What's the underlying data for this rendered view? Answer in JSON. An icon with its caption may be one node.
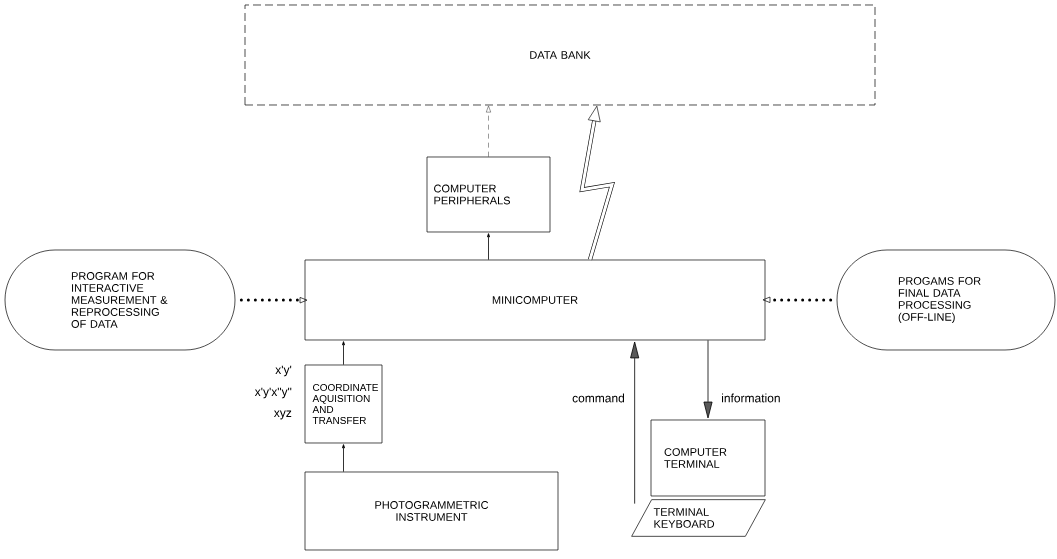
{
  "diagram": {
    "nodes": [
      {
        "text": [
          "DATA BANK"
        ]
      },
      {
        "text": [
          "COMPUTER PERIPHERALS"
        ]
      },
      {
        "text": [
          "PROGRAM FOR INTERACTIVE MEASUREMENT & REPROCESSING OF DATA"
        ]
      },
      {
        "text": [
          "MINICOMPUTER"
        ]
      },
      {
        "text": [
          "PROGAMS FOR FINAL DATA PROCESSING (OFF-LINE)"
        ]
      },
      {
        "text": [
          "COORDINATE AQUISITION AND TRANSFER"
        ],
        "beside": [
          "x'y'",
          "x'y'x\"y\"",
          "xyz"
        ]
      },
      {
        "text": [
          "COMPUTER TERMINAL"
        ]
      },
      {
        "text": [
          "TERMINAL KEYBOARD"
        ]
      },
      {
        "text": [
          "PHOTOGRAMMETRIC INSTRUMENT"
        ]
      }
    ],
    "edges": [
      {
        "from": 1,
        "to": 0,
        "arrow": "to",
        "style": "dashed"
      },
      {
        "from": 3,
        "to": 1,
        "arrow": "to"
      },
      {
        "from": 3,
        "to": 0,
        "arrow": "to",
        "style": "thick"
      },
      {
        "from": 2,
        "to": 3,
        "arrow": "to",
        "style": "dashed"
      },
      {
        "from": 4,
        "to": 3,
        "arrow": "to",
        "style": "dashed"
      },
      {
        "from": 5,
        "to": 3,
        "arrow": "to"
      },
      {
        "from": 8,
        "to": 5,
        "arrow": "to"
      },
      {
        "from": 7,
        "to": 3,
        "arrow": "to",
        "label": "command"
      },
      {
        "from": 3,
        "to": 6,
        "arrow": "to",
        "label": "information"
      }
    ]
  }
}
